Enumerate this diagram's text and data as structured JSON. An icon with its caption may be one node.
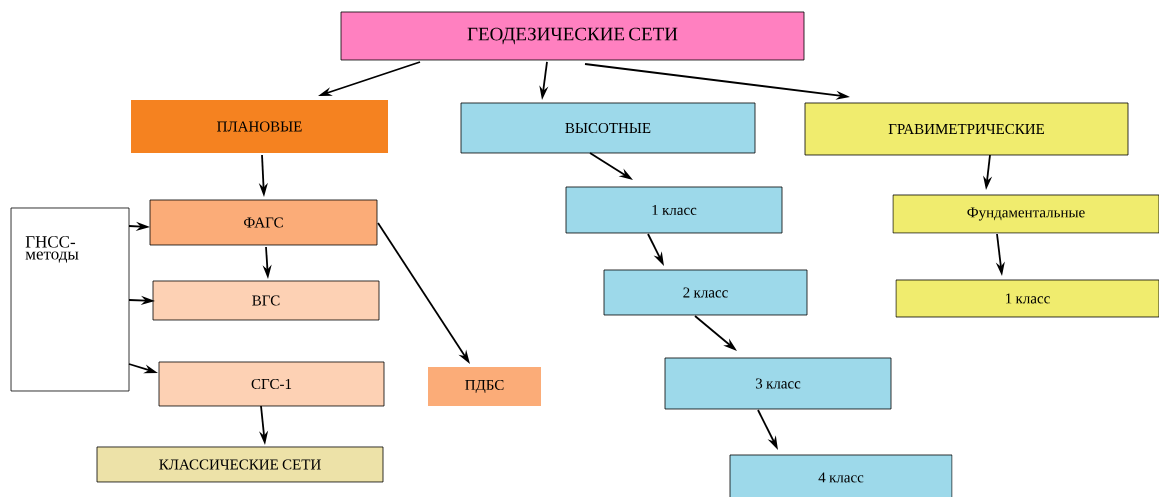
{
  "diagram": {
    "nodes": [
      {
        "text": [
          "ГЕОДЕЗИЧЕСКИЕ СЕТИ"
        ]
      },
      {
        "text": [
          "ПЛАНОВЫЕ"
        ]
      },
      {
        "text": [
          "ВЫСОТНЫЕ"
        ]
      },
      {
        "text": [
          "ГРАВИМЕТРИЧЕСКИЕ"
        ]
      },
      {
        "text": [
          "ГНСС- методы"
        ]
      },
      {
        "text": [
          "ФАГС"
        ]
      },
      {
        "text": [
          "ВГС"
        ]
      },
      {
        "text": [
          "СГС-1"
        ]
      },
      {
        "text": [
          "ПДБС"
        ]
      },
      {
        "text": [
          "КЛАССИЧЕСКИЕ СЕТИ"
        ]
      },
      {
        "text": [
          "1 класс"
        ]
      },
      {
        "text": [
          "2 класс"
        ]
      },
      {
        "text": [
          "3 класс"
        ]
      },
      {
        "text": [
          "4 класс"
        ]
      },
      {
        "text": [
          "Фундаментальные"
        ]
      },
      {
        "text": [
          "1 класс"
        ]
      }
    ],
    "edges": [
      {
        "from": 0,
        "to": 1,
        "arrow": "to"
      },
      {
        "from": 0,
        "to": 2,
        "arrow": "to"
      },
      {
        "from": 0,
        "to": 3,
        "arrow": "to"
      },
      {
        "from": 1,
        "to": 5,
        "arrow": "to"
      },
      {
        "from": 4,
        "to": 5,
        "arrow": "to"
      },
      {
        "from": 5,
        "to": 6,
        "arrow": "to"
      },
      {
        "from": 5,
        "to": 8,
        "arrow": "to"
      },
      {
        "from": 4,
        "to": 6,
        "arrow": "to"
      },
      {
        "from": 4,
        "to": 7,
        "arrow": "to"
      },
      {
        "from": 7,
        "to": 9,
        "arrow": "to"
      },
      {
        "from": 2,
        "to": 10,
        "arrow": "to"
      },
      {
        "from": 10,
        "to": 11,
        "arrow": "to"
      },
      {
        "from": 11,
        "to": 12,
        "arrow": "to"
      },
      {
        "from": 12,
        "to": 13,
        "arrow": "to"
      },
      {
        "from": 3,
        "to": 14,
        "arrow": "to"
      },
      {
        "from": 14,
        "to": 15,
        "arrow": "to"
      }
    ]
  }
}
